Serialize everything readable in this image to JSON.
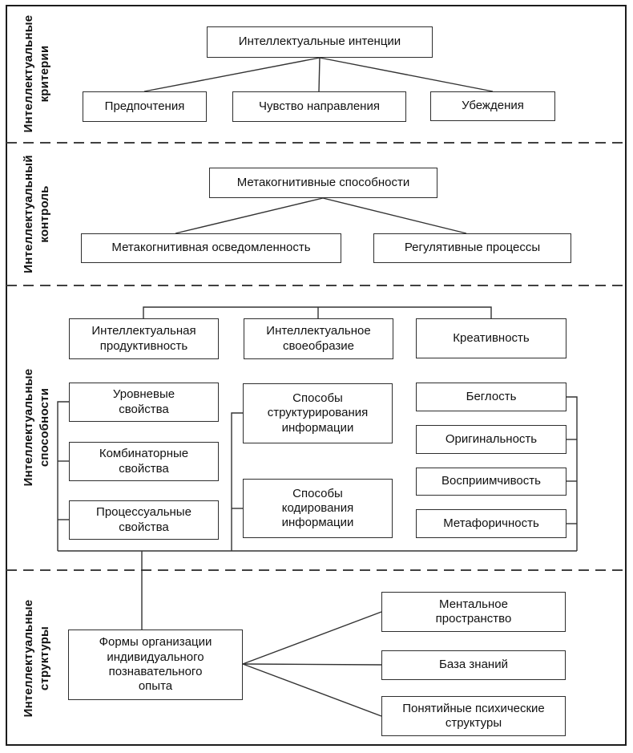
{
  "diagram": {
    "sections": {
      "criteria": {
        "label": "Интеллектуальные\nкритерии"
      },
      "control": {
        "label": "Интеллектуальный\nконтроль"
      },
      "abilities": {
        "label": "Интеллектуальные\nспособности"
      },
      "structures": {
        "label": "Интеллектуальные\nструктуры"
      }
    },
    "nodes": {
      "intentions": {
        "label": "Интеллектуальные интенции"
      },
      "preferences": {
        "label": "Предпочтения"
      },
      "direction_sense": {
        "label": "Чувство направления"
      },
      "beliefs": {
        "label": "Убеждения"
      },
      "metacognitive_abilities": {
        "label": "Метакогнитивные способности"
      },
      "metacognitive_awareness": {
        "label": "Метакогнитивная осведомленность"
      },
      "regulatory_processes": {
        "label": "Регулятивные процессы"
      },
      "intellectual_productivity": {
        "label": "Интеллектуальная\nпродуктивность"
      },
      "intellectual_uniqueness": {
        "label": "Интеллектуальное\nсвоеобразие"
      },
      "creativity": {
        "label": "Креативность"
      },
      "level_properties": {
        "label": "Уровневые\nсвойства"
      },
      "combinatorial_properties": {
        "label": "Комбинаторные\nсвойства"
      },
      "processual_properties": {
        "label": "Процессуальные\nсвойства"
      },
      "structuring_methods": {
        "label": "Способы\nструктурирования\nинформации"
      },
      "coding_methods": {
        "label": "Способы\nкодирования\nинформации"
      },
      "fluency": {
        "label": "Беглость"
      },
      "originality": {
        "label": "Оригинальность"
      },
      "receptivity": {
        "label": "Восприимчивость"
      },
      "metaphoricity": {
        "label": "Метафоричность"
      },
      "experience_forms": {
        "label": "Формы организации\nиндивидуального\nпознавательного\nопыта"
      },
      "mental_space": {
        "label": "Ментальное\nпространство"
      },
      "knowledge_base": {
        "label": "База знаний"
      },
      "conceptual_structures": {
        "label": "Понятийные психические\nструктуры"
      }
    },
    "colors": {
      "line": "#333333",
      "border": "#1c1c1c",
      "dashed": "#404040"
    }
  }
}
